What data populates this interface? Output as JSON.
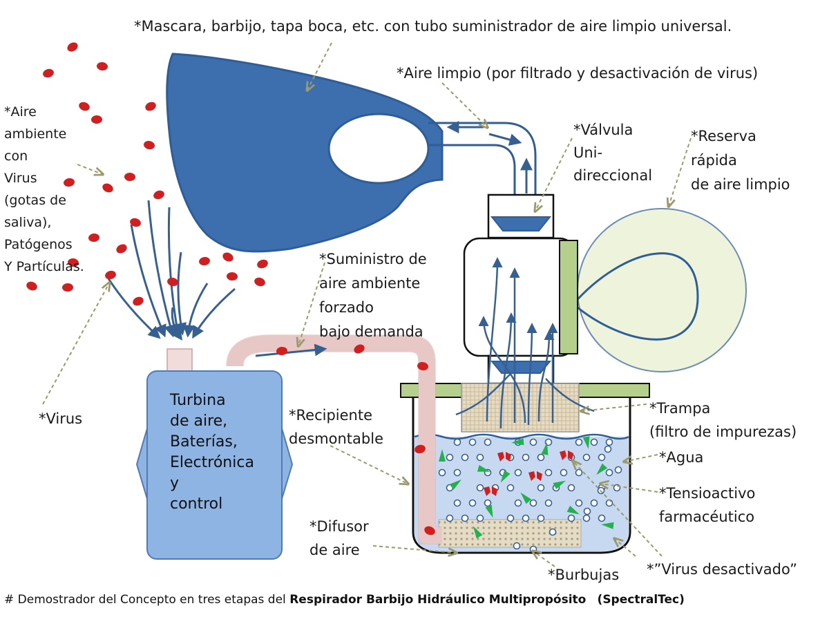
{
  "labels": {
    "mascara": "*Mascara, barbijo, tapa boca, etc. con tubo suministrador de aire limpio universal.",
    "aire_limpio": "*Aire limpio (por filtrado y desactivación de virus)",
    "valvula": [
      "*Válvula",
      "Uni-",
      "direccional"
    ],
    "reserva": [
      "*Reserva",
      "rápida",
      "de aire limpio"
    ],
    "aire_ambiente": [
      "*Aire",
      "ambiente",
      "con",
      "Virus",
      "(gotas de",
      "saliva),",
      "Patógenos",
      "Y Partículas."
    ],
    "suministro": [
      "*Suministro de",
      "aire ambiente",
      "forzado",
      "bajo demanda"
    ],
    "turbina": [
      "Turbina",
      "de aire,",
      "Baterías,",
      "Electrónica",
      "y",
      "control"
    ],
    "virus": "*Virus",
    "recipiente": [
      "*Recipiente",
      "desmontable"
    ],
    "trampa": [
      "*Trampa",
      "(filtro de impurezas)"
    ],
    "agua": "*Agua",
    "tensioactivo": [
      "*Tensioactivo",
      "farmacéutico"
    ],
    "difusor": [
      "*Difusor",
      "de aire"
    ],
    "burbujas": "*Burbujas",
    "virus_desactivado": "*”Virus desactivado”"
  },
  "caption": {
    "prefix": "# Demostrador del Concepto en tres etapas del ",
    "bold": "Respirador Barbijo Hidráulico Multipropósito",
    "suffix": "(SpectralTec)"
  },
  "colors": {
    "mask": "#3d6eae",
    "mask_stroke": "#2e5d97",
    "turbine": "#8eb4e3",
    "virus": "#d11f1f",
    "green_bar": "#b5cf8d",
    "reserve": "#eef3dc",
    "water": "#c6d9f1",
    "filter": "#ddd0b5",
    "tube": "#f2dcdb",
    "surfactant": "#22b14c",
    "arrow": "#366092"
  }
}
